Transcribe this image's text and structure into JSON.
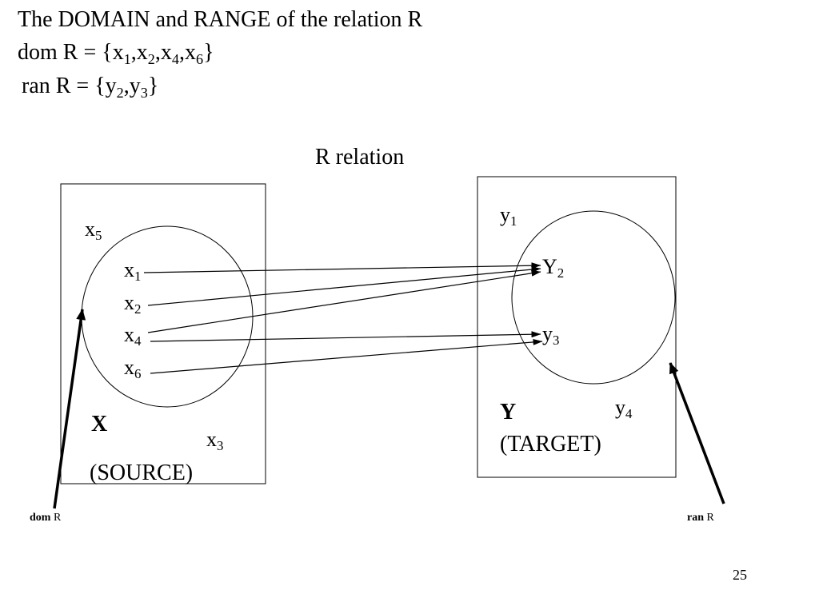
{
  "header": {
    "title": "The DOMAIN and RANGE of the relation R",
    "dom_line": {
      "prefix": "dom R = {",
      "items": [
        {
          "base": "x",
          "sub": "1"
        },
        {
          "base": "x",
          "sub": "2"
        },
        {
          "base": "x",
          "sub": "4"
        },
        {
          "base": "x",
          "sub": "6"
        }
      ],
      "separator": ",",
      "suffix": "}"
    },
    "ran_line": {
      "prefix": "ran R = {",
      "items": [
        {
          "base": "y",
          "sub": "2"
        },
        {
          "base": "y",
          "sub": "3"
        }
      ],
      "separator": ",",
      "suffix": "}"
    }
  },
  "diagram": {
    "relation_label": "R relation",
    "source": {
      "set_name": "X",
      "role": "(SOURCE)",
      "elements": {
        "x5": {
          "base": "x",
          "sub": "5"
        },
        "x1": {
          "base": "x",
          "sub": "1"
        },
        "x2": {
          "base": "x",
          "sub": "2"
        },
        "x4": {
          "base": "x",
          "sub": "4"
        },
        "x6": {
          "base": "x",
          "sub": "6"
        },
        "x3": {
          "base": "x",
          "sub": "3"
        }
      }
    },
    "target": {
      "set_name": "Y",
      "role": "(TARGET)",
      "elements": {
        "y1": {
          "base": "y",
          "sub": "1"
        },
        "y2": {
          "base": "Y",
          "sub": "2"
        },
        "y3": {
          "base": "y",
          "sub": "3"
        },
        "y4": {
          "base": "y",
          "sub": "4"
        }
      }
    },
    "dom_pointer": {
      "bold": "dom",
      "rest": " R"
    },
    "ran_pointer": {
      "bold": "ran",
      "rest": " R"
    },
    "pairs": [
      [
        "x1",
        "y2"
      ],
      [
        "x2",
        "y2"
      ],
      [
        "x4",
        "y2"
      ],
      [
        "x4",
        "y3"
      ],
      [
        "x6",
        "y3"
      ]
    ]
  },
  "footer": {
    "page_number": "25"
  }
}
